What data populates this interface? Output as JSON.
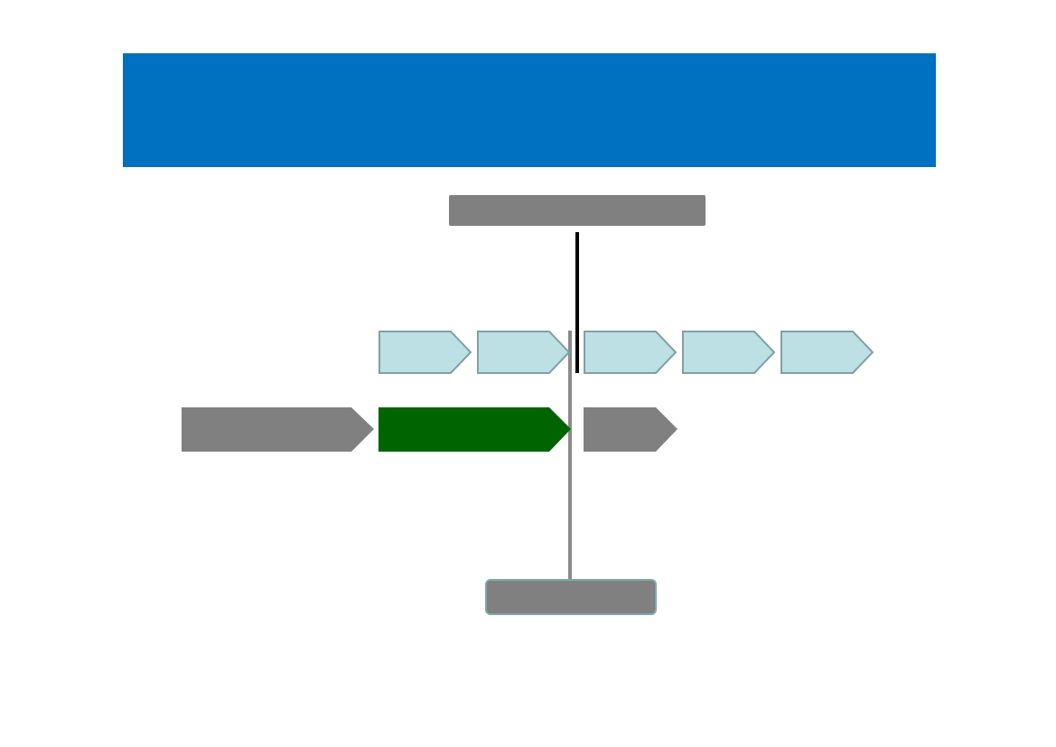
{
  "colors": {
    "header_band": "#0070C0",
    "top_box": "#808080",
    "bottom_box_fill": "#808080",
    "bottom_box_border": "#7FA7AE",
    "stage_chevron_fill": "#BCE0E4",
    "stage_chevron_stroke": "#7FA0A8",
    "phase_gray": "#808080",
    "phase_active": "#006400",
    "marker_black": "#000000",
    "marker_gray": "#8A8A8A"
  },
  "diagram": {
    "stage_chevron_count": 5,
    "phase_arrow_count": 3,
    "active_phase_index": 1
  }
}
